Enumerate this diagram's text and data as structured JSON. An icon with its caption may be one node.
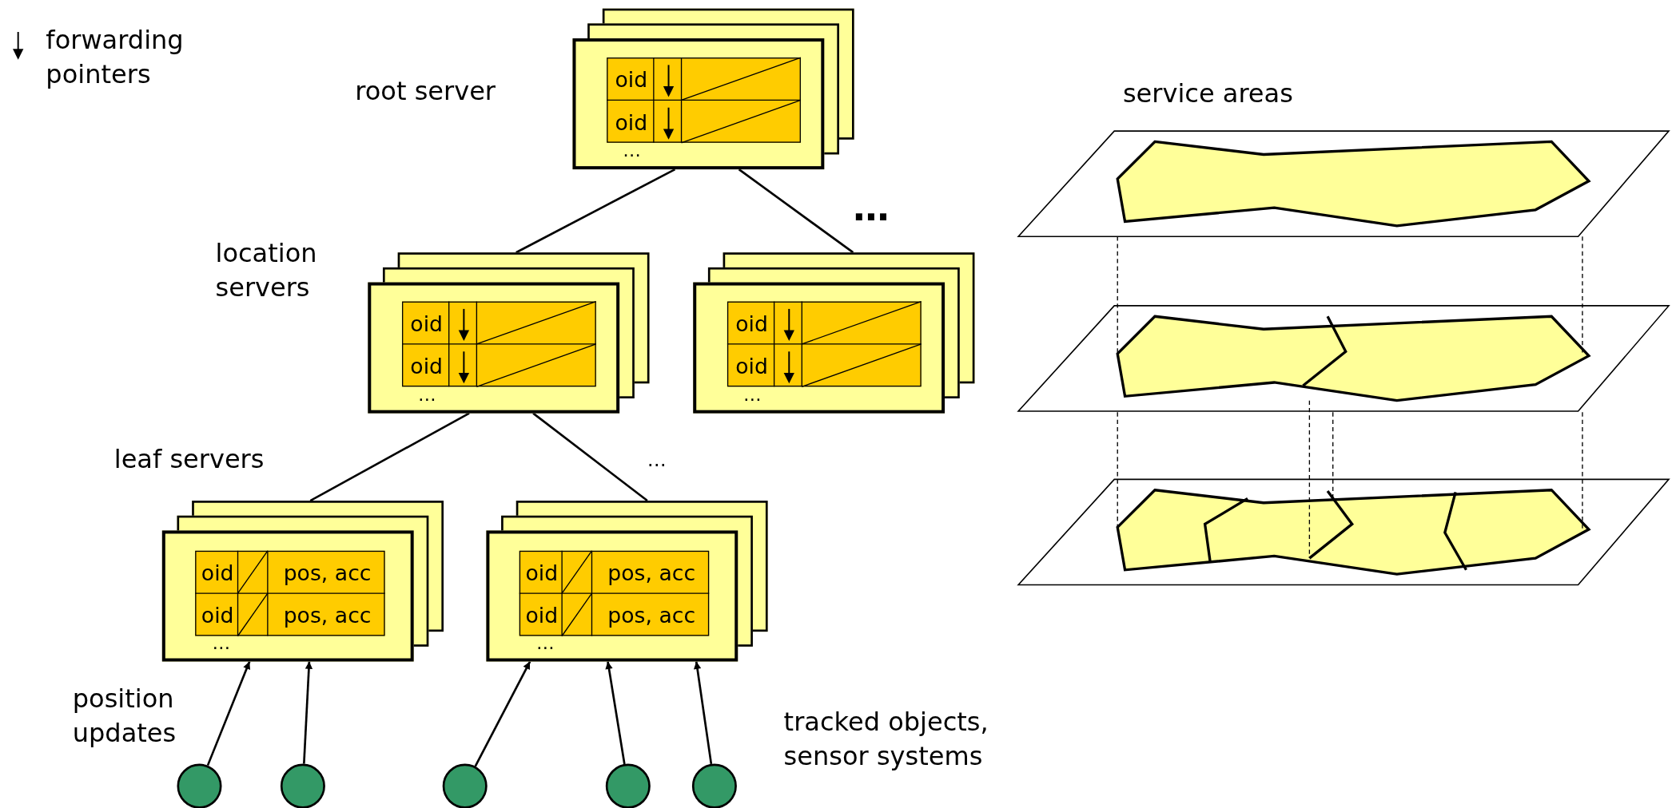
{
  "diagram": {
    "nodes": [
      {
        "text": [
          "oid",
          "oid",
          "…"
        ]
      },
      {
        "text": [
          "oid",
          "oid",
          "…"
        ]
      },
      {
        "text": [
          "oid",
          "oid",
          "…"
        ]
      },
      {
        "text": [
          "oid",
          "pos, acc",
          "oid",
          "pos, acc",
          "…"
        ]
      },
      {
        "text": [
          "oid",
          "pos, acc",
          "oid",
          "pos, acc",
          "…"
        ]
      },
      {
        "text": [],
        "shape": "circle"
      },
      {
        "text": [],
        "shape": "circle"
      },
      {
        "text": [],
        "shape": "circle"
      },
      {
        "text": [],
        "shape": "circle"
      },
      {
        "text": [],
        "shape": "circle"
      }
    ],
    "edges": [
      {
        "from": 0,
        "to": 1,
        "arrow": "none"
      },
      {
        "from": 0,
        "to": 2,
        "arrow": "none"
      },
      {
        "from": 1,
        "to": 3,
        "arrow": "none"
      },
      {
        "from": 1,
        "to": 4,
        "arrow": "none"
      },
      {
        "from": 5,
        "to": 3,
        "arrow": "to"
      },
      {
        "from": 6,
        "to": 3,
        "arrow": "to"
      },
      {
        "from": 7,
        "to": 4,
        "arrow": "to"
      },
      {
        "from": 8,
        "to": 4,
        "arrow": "to"
      },
      {
        "from": 9,
        "to": 4,
        "arrow": "to"
      }
    ],
    "labels": [
      "root server",
      "service areas",
      "…",
      "location servers",
      "…",
      "leaf servers",
      "position updates",
      "tracked objects, sensor systems"
    ],
    "legend": [
      {
        "text": "forwarding pointers"
      }
    ]
  }
}
